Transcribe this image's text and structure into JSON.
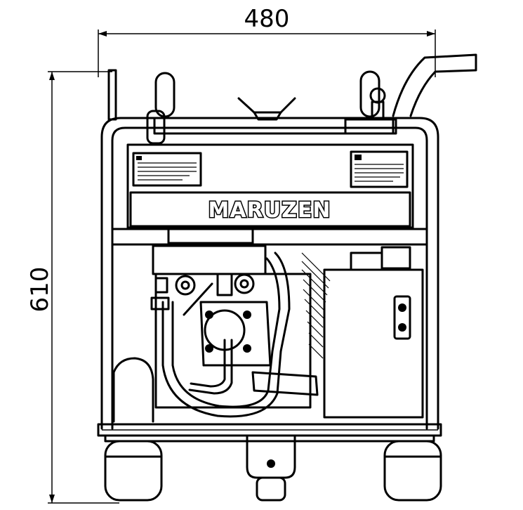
{
  "dimensions": {
    "width_label": "480",
    "height_label": "610"
  },
  "nameplate": {
    "brand": "MARUZEN"
  },
  "colors": {
    "ink": "#000000",
    "paper": "#ffffff"
  }
}
